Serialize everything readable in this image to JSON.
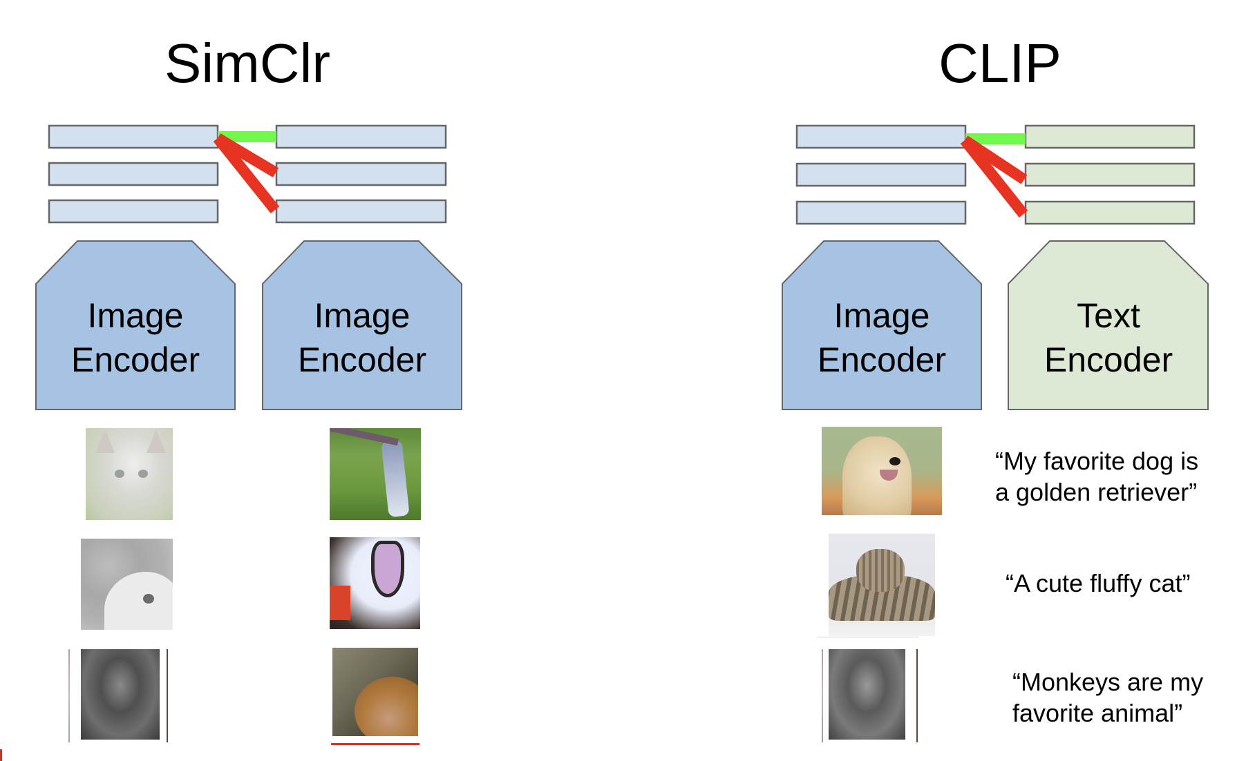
{
  "panels": {
    "simclr": {
      "title": "SimClr",
      "encoders": [
        {
          "line1": "Image",
          "line2": "Encoder"
        },
        {
          "line1": "Image",
          "line2": "Encoder"
        }
      ],
      "images_left": [
        "kitten (washed out crop)",
        "grayscale dog crop",
        "grayscale monkey"
      ],
      "images_right": [
        "grass and cat legs crop",
        "dog mouth open crop",
        "monkey color crop"
      ]
    },
    "clip": {
      "title": "CLIP",
      "encoders": [
        {
          "line1": "Image",
          "line2": "Encoder"
        },
        {
          "line1": "Text",
          "line2": "Encoder"
        }
      ],
      "images": [
        "golden retriever puppy",
        "tabby cat lying down",
        "grayscale monkey"
      ],
      "captions": [
        {
          "line1": "“My favorite dog is",
          "line2": "a golden retriever”"
        },
        {
          "line1": "“A cute fluffy cat”",
          "line2": ""
        },
        {
          "line1": "“Monkeys are my",
          "line2": "favorite animal”"
        }
      ]
    }
  },
  "colors": {
    "image_embedding_fill": "#d3e0f0",
    "text_embedding_fill": "#dde8d5",
    "image_encoder_fill": "#a7c3e3",
    "text_encoder_fill": "#dde8d5",
    "outline": "#666666",
    "positive_link": "#72f84c",
    "negative_link": "#e73322"
  }
}
